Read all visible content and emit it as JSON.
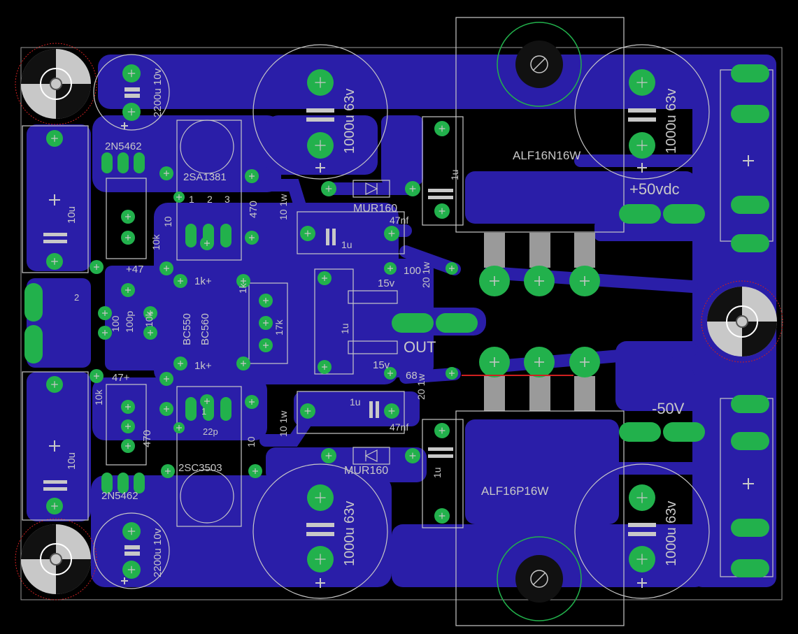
{
  "colors": {
    "background": "#000000",
    "copper": "#2a1ea8",
    "pad": "#22b14c",
    "silkscreen": "#c8c8c8",
    "mounting_hole_outline": "#cc2020",
    "red_trace": "#d02020"
  },
  "regulators": {
    "top": "ALF16N16W",
    "bottom": "ALF16P16W"
  },
  "rails": {
    "positive": "+50vdc",
    "negative": "-50V",
    "output": "OUT"
  },
  "diodes": {
    "top": "MUR160",
    "bottom": "MUR160"
  },
  "transistors": {
    "jfet_top": "2N5462",
    "jfet_bottom": "2N5462",
    "q_top": "2SA1381",
    "q_bottom": "2SC3503",
    "pair_1": "BC550",
    "pair_2": "BC560"
  },
  "capacitors": {
    "main_tl": "1000u 63v",
    "main_tr": "1000u 63v",
    "main_bl": "1000u 63v",
    "main_br": "1000u 63v",
    "small_top": "2200u 10v",
    "small_bottom": "2200u 10v",
    "cap_10u_top": "10u",
    "cap_10u_bottom": "10u",
    "cap_1u_a": "1u",
    "cap_1u_b": "1u",
    "cap_1u_c": "1u",
    "cap_1u_d": "1u",
    "cap_1u_e": "1u",
    "cap_47nf_top": "47nf",
    "cap_47nf_bottom": "47nf",
    "cap_100p": "100p",
    "cap_22p": "22p"
  },
  "resistors": {
    "r470_top": "470",
    "r470_bottom": "470",
    "r10_top": "10",
    "r10_bottom": "10",
    "r10_1w_top": "10 1w",
    "r10_1w_bottom": "10 1w",
    "r100": "100",
    "r68": "68",
    "r20_1w_top": "20 1w",
    "r20_1w_bottom": "20 1w",
    "r1k_top": "1k+",
    "r1k_bottom": "1k+",
    "r47_top": "+47",
    "r47_bottom": "47+",
    "r10k_a": "10k",
    "r10k_b": "10k",
    "r10k_c": "10k",
    "r1k_small": "1k",
    "r100_left": "100",
    "ntc_17k": "17k"
  },
  "zeners": {
    "top": "15v",
    "bottom": "15v"
  },
  "pins": {
    "p1": "1",
    "p2": "2",
    "p3": "3",
    "pin_a": "1",
    "pin_b": "2"
  }
}
